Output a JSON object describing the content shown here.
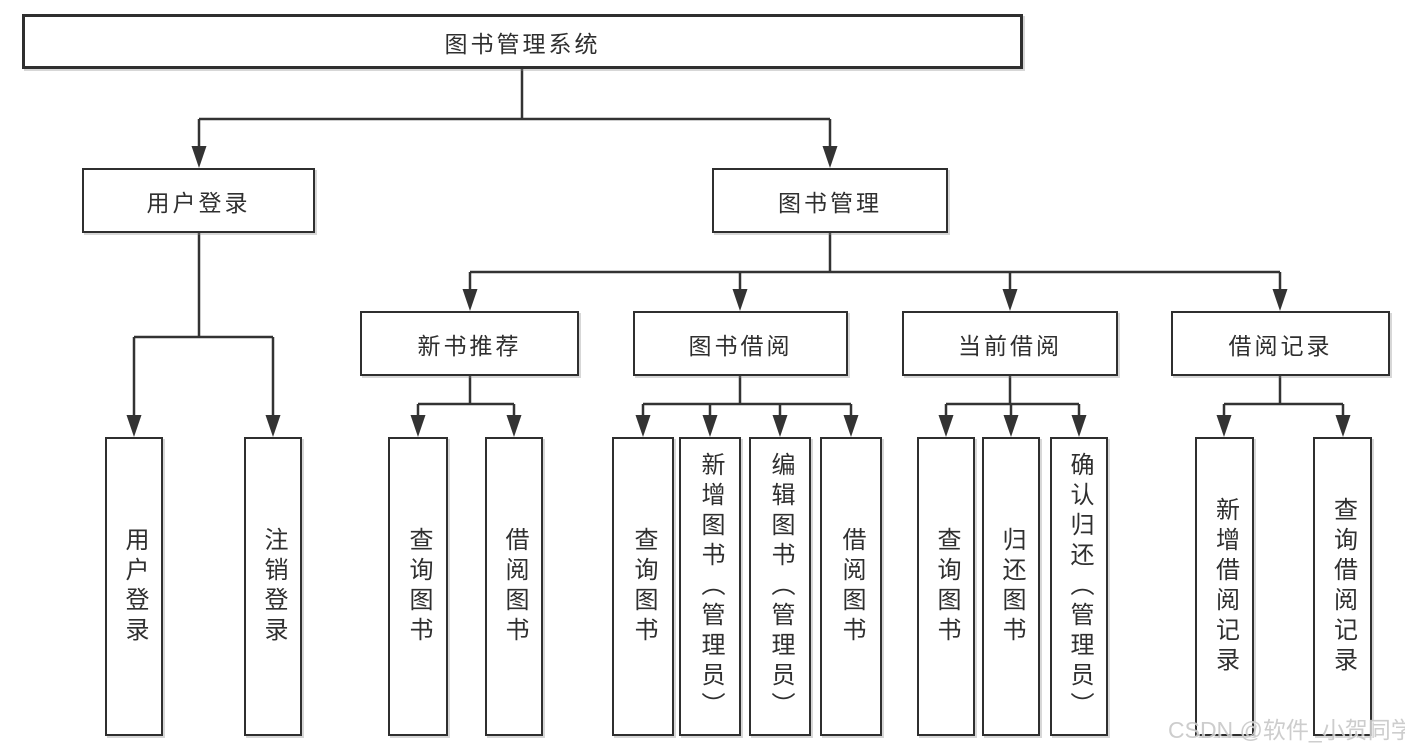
{
  "tree": {
    "root": {
      "label": "图书管理系统"
    },
    "children": [
      {
        "label": "用户登录",
        "children": [
          {
            "label": "用户登录"
          },
          {
            "label": "注销登录"
          }
        ]
      },
      {
        "label": "图书管理",
        "children": [
          {
            "label": "新书推荐",
            "children": [
              {
                "label": "查询图书"
              },
              {
                "label": "借阅图书"
              }
            ]
          },
          {
            "label": "图书借阅",
            "children": [
              {
                "label": "查询图书"
              },
              {
                "label": "新增图书（管理员）"
              },
              {
                "label": "编辑图书（管理员）"
              },
              {
                "label": "借阅图书"
              }
            ]
          },
          {
            "label": "当前借阅",
            "children": [
              {
                "label": "查询图书"
              },
              {
                "label": "归还图书"
              },
              {
                "label": "确认归还（管理员）"
              }
            ]
          },
          {
            "label": "借阅记录",
            "children": [
              {
                "label": "新增借阅记录"
              },
              {
                "label": "查询借阅记录"
              }
            ]
          }
        ]
      }
    ]
  },
  "watermark": {
    "text": "CSDN @软件_小贺同学"
  },
  "colors": {
    "line": "#333333",
    "box_border": "#2f2f2f",
    "box_bg": "#ffffff",
    "text": "#2f2f2f",
    "watermark": "#c9c9c9"
  }
}
